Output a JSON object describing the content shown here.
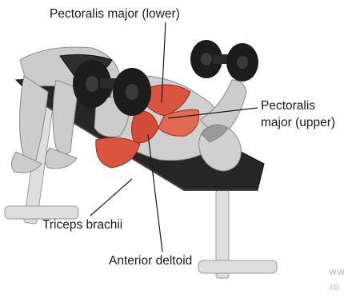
{
  "labels": {
    "pec_lower": "Pectoralis major (lower)",
    "pec_upper_line1": "Pectoralis",
    "pec_upper_line2": "major (upper)",
    "triceps": "Triceps brachii",
    "ant_deltoid": "Anterior deltoid"
  },
  "watermark": {
    "line1": "WW",
    "line2": "IG"
  },
  "colors": {
    "muscle_highlight": "#d9553f",
    "body_gray": "#c8c8c8",
    "bench_pad": "#262626",
    "bench_frame": "#d9d9d9",
    "dumbbell": "#1c1c1c"
  }
}
